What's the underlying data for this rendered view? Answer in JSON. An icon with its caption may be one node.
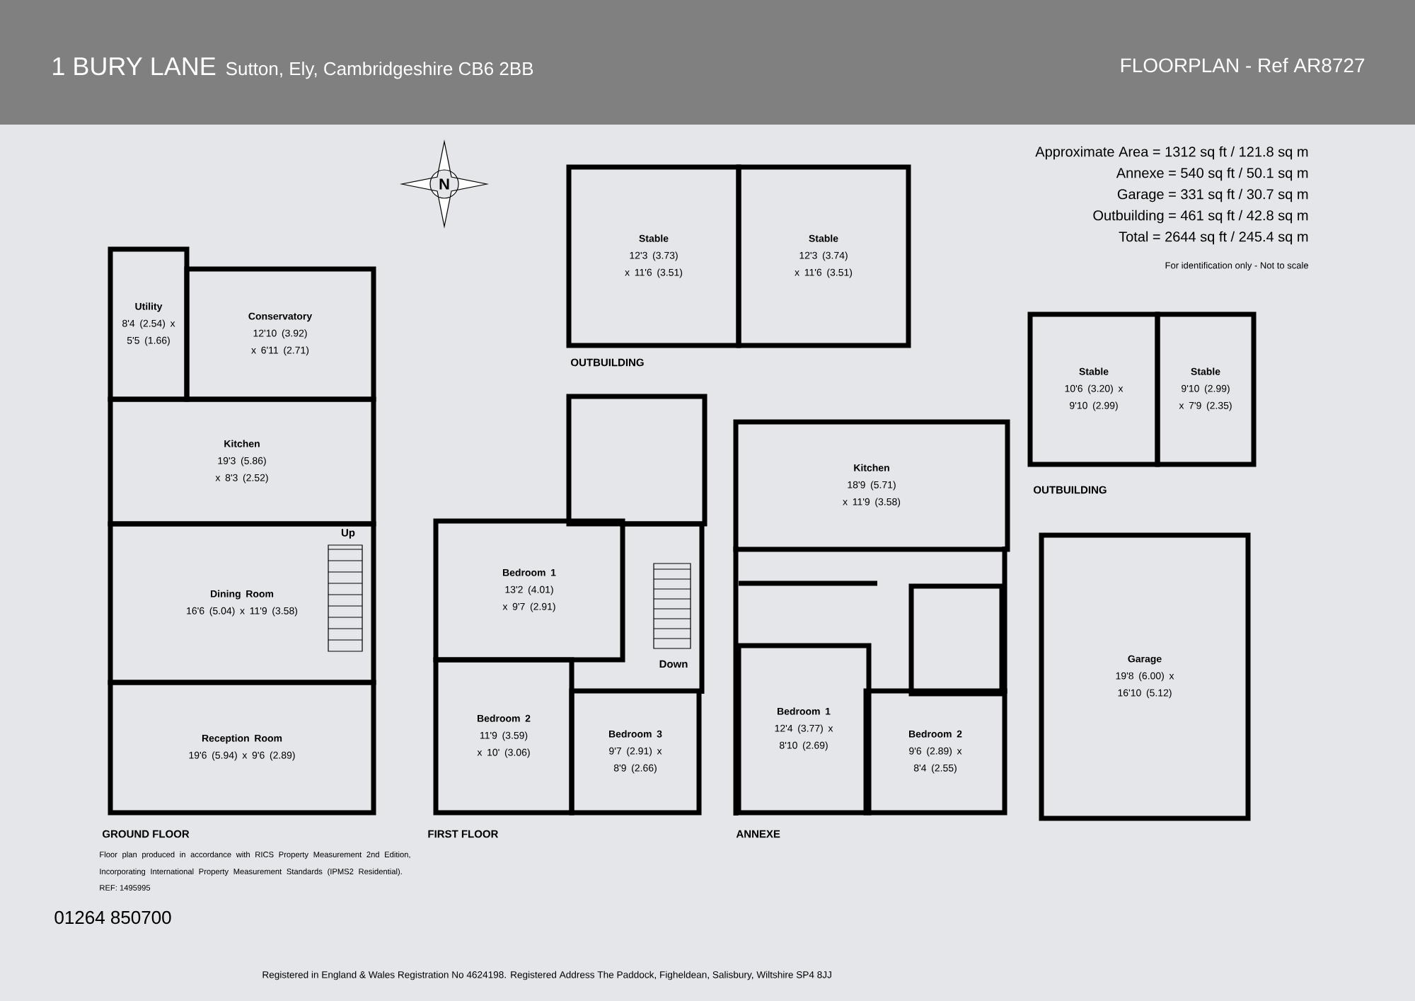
{
  "diagram": {
    "title": "1 BURY LANE",
    "nodes": [
      {
        "text": [
          "Utility",
          "8'4 (2.54) x 5'5 (1.66)"
        ]
      },
      {
        "text": [
          "Conservatory",
          "12'10 (3.92) x 6'11 (2.71)"
        ]
      },
      {
        "text": [
          "Kitchen",
          "19'3 (5.86) x 8'3 (2.52)"
        ]
      },
      {
        "text": [
          "Dining Room",
          "16'6 (5.04) x 11'9 (3.58)"
        ]
      },
      {
        "text": [
          "Reception Room",
          "19'6 (5.94) x 9'6 (2.89)"
        ]
      },
      {
        "text": [],
        "shape": "box"
      },
      {
        "text": [
          "Bedroom 1",
          "13'2 (4.01) x 9'7 (2.91)"
        ]
      },
      {
        "text": [
          "Bedroom 2",
          "11'9 (3.59) x 10' (3.06)"
        ]
      },
      {
        "text": [
          "Bedroom 3",
          "9'7 (2.91) x 8'9 (2.66)"
        ]
      },
      {
        "text": [
          "Kitchen",
          "18'9 (5.71) x 11'9 (3.58)"
        ]
      },
      {
        "text": [],
        "shape": "box"
      },
      {
        "text": [
          "Bedroom 1",
          "12'4 (3.77) x 8'10 (2.69)"
        ]
      },
      {
        "text": [
          "Bedroom 2",
          "9'6 (2.89) x 8'4 (2.55)"
        ]
      },
      {
        "text": [
          "Stable",
          "12'3 (3.73) x 11'6 (3.51)"
        ]
      },
      {
        "text": [
          "Stable",
          "12'3 (3.74) x 11'6 (3.51)"
        ]
      },
      {
        "text": [
          "Stable",
          "10'6 (3.20) x 9'10 (2.99)"
        ]
      },
      {
        "text": [
          "Stable",
          "9'10 (2.99) x 7'9 (2.35)"
        ]
      },
      {
        "text": [
          "Garage",
          "19'8 (6.00) x 16'10 (5.12)"
        ]
      }
    ],
    "labels": [
      "Sutton, Ely, Cambridgeshire CB6 2BB",
      "FLOORPLAN - Ref AR8727",
      "Approximate Area = 1312 sq ft / 121.8 sq m",
      "Annexe = 540 sq ft / 50.1 sq m",
      "Garage = 331 sq ft / 30.7 sq m",
      "Outbuilding = 461 sq ft / 42.8 sq m",
      "Total = 2644 sq ft / 245.4 sq m",
      "For identification only - Not to scale",
      "N",
      "OUTBUILDING",
      "OUTBUILDING",
      "Up",
      "Down",
      "GROUND FLOOR",
      "FIRST FLOOR",
      "ANNEXE",
      "Floor plan produced in accordance with RICS Property Measurement 2nd Edition, Incorporating International Property Measurement Standards (IPMS2 Residential).",
      "REF: 1495995",
      "01264 850700",
      "Registered in England & Wales Registration No 4624198. Registered Address The Paddock, Figheldean, Salisbury, Wiltshire SP4 8JJ"
    ]
  }
}
